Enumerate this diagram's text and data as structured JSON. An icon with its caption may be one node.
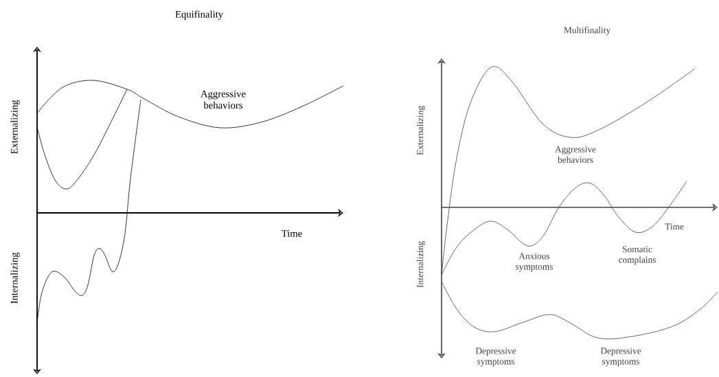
{
  "diagram": {
    "labels": [
      "Equifinality",
      "Multifinality",
      "Externalizing",
      "Aggressive behaviors",
      "Time",
      "Internalizing",
      "Externalizing",
      "Aggressive behaviors",
      "Time",
      "Anxious symptoms",
      "Somatic complains",
      "Internalizing",
      "Depressive symptoms",
      "Depressive symptoms"
    ]
  }
}
